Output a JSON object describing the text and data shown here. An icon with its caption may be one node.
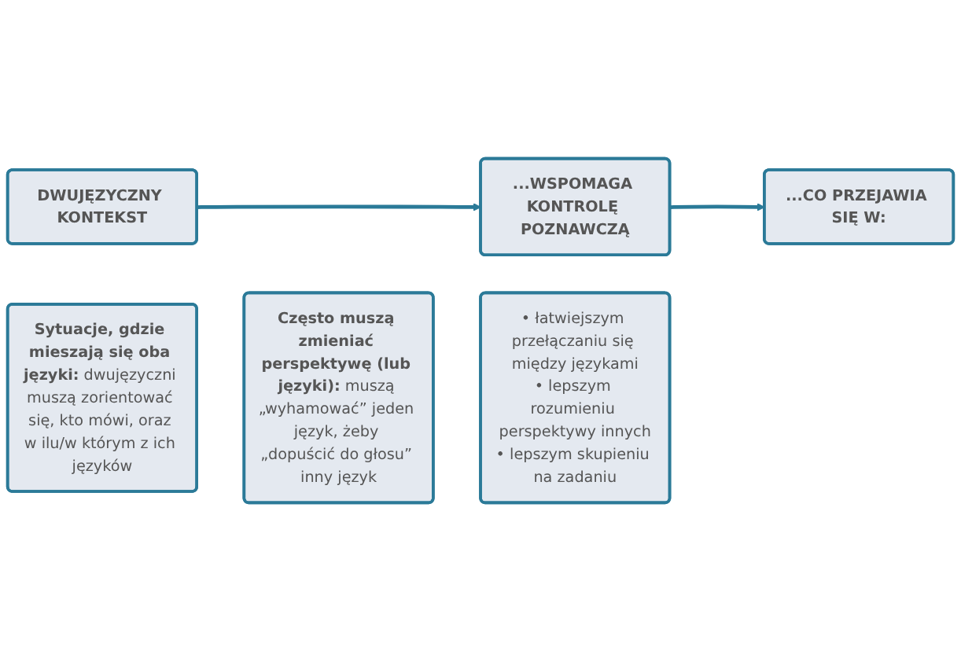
{
  "diagram": {
    "nodes": [
      {
        "text": [
          "DWUJĘZYCZNY KONTEKST"
        ]
      },
      {
        "text": [
          "...WSPOMAGA KONTROLĘ POZNAWCZĄ"
        ]
      },
      {
        "text": [
          "...CO PRZEJAWIA SIĘ W:"
        ]
      },
      {
        "text": [
          "**Sytuacje, gdzie mieszają się oba języki:** dwujęzyczni muszą zorientować się, kto mówi, oraz w ilu/w którym z ich języków"
        ]
      },
      {
        "text": [
          "**Często muszą zmieniać perspektywę (lub języki):** muszą „wyhamować” jeden język, żeby „dopuścić do głosu” inny język"
        ]
      },
      {
        "text": [
          "• łatwiejszym przełączaniu się między językami",
          "• lepszym rozumieniu perspektywy innych",
          "• lepszym skupieniu na zadaniu"
        ]
      }
    ],
    "edges": [
      {
        "from": 0,
        "to": 1,
        "arrow": "to"
      },
      {
        "from": 1,
        "to": 2,
        "arrow": "to"
      }
    ]
  }
}
